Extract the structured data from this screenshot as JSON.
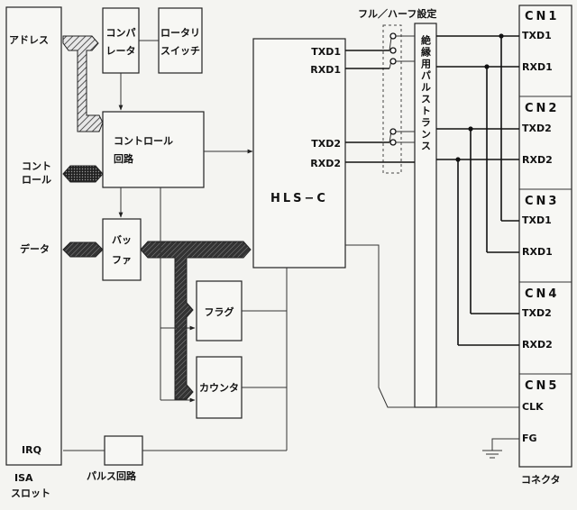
{
  "isa_slot": {
    "label_line1": "ISA",
    "label_line2": "スロット",
    "address": "アドレス",
    "control": [
      "コント",
      "ロール"
    ],
    "data": "データ",
    "irq": "IRQ"
  },
  "blocks": {
    "comparator": [
      "コンパ",
      "レータ"
    ],
    "rotary_switch": [
      "ロータリ",
      "スイッチ"
    ],
    "control_circuit": [
      "コントロール",
      "回路"
    ],
    "buffer": [
      "バッ",
      "ファ"
    ],
    "flag": "フラグ",
    "counter": "カウンタ",
    "pulse_circuit": "パルス回路",
    "hlsc": "HLS−C",
    "transformer": "絶縁用パルストランス"
  },
  "hlsc_pins": [
    "TXD1",
    "RXD1",
    "TXD2",
    "RXD2"
  ],
  "full_half_label": "フル／ハーフ設定",
  "connectors": {
    "title": "コネクタ",
    "cn1": "CN1",
    "cn2": "CN2",
    "cn3": "CN3",
    "cn4": "CN4",
    "cn5": "CN5",
    "cn1_txd1": "TXD1",
    "cn1_rxd1": "RXD1",
    "cn2_txd2": "TXD2",
    "cn2_rxd2": "RXD2",
    "cn3_txd1": "TXD1",
    "cn3_rxd1": "RXD1",
    "cn4_txd2": "TXD2",
    "cn4_rxd2": "RXD2",
    "cn5_clk": "CLK",
    "cn5_fg": "FG"
  },
  "colors": {
    "line": "#333333",
    "hatch": "#777777",
    "fill": "#f7f7f4"
  }
}
